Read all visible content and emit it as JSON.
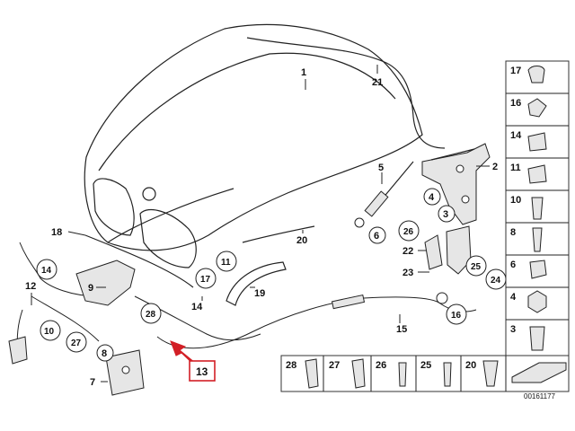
{
  "diagram": {
    "reference_number": "00161177",
    "callout": {
      "label": "13",
      "arrow_color": "#d21f26",
      "frame_color": "#d21f26"
    },
    "part_labels": {
      "p1": "1",
      "p2": "2",
      "p3": "3",
      "p4": "4",
      "p5": "5",
      "p6": "6",
      "p7": "7",
      "p8": "8",
      "p9": "9",
      "p10": "10",
      "p11": "11",
      "p12": "12",
      "p14a": "14",
      "p14b": "14",
      "p15": "15",
      "p16": "16",
      "p17": "17",
      "p18": "18",
      "p19": "19",
      "p20": "20",
      "p21": "21",
      "p22": "22",
      "p23": "23",
      "p24": "24",
      "p25": "25",
      "p26": "26",
      "p27": "27",
      "p28": "28"
    },
    "side_column": [
      "17",
      "16",
      "14",
      "11",
      "10",
      "8",
      "6",
      "4",
      "3"
    ],
    "bottom_row": [
      "28",
      "27",
      "26",
      "25",
      "20"
    ]
  }
}
